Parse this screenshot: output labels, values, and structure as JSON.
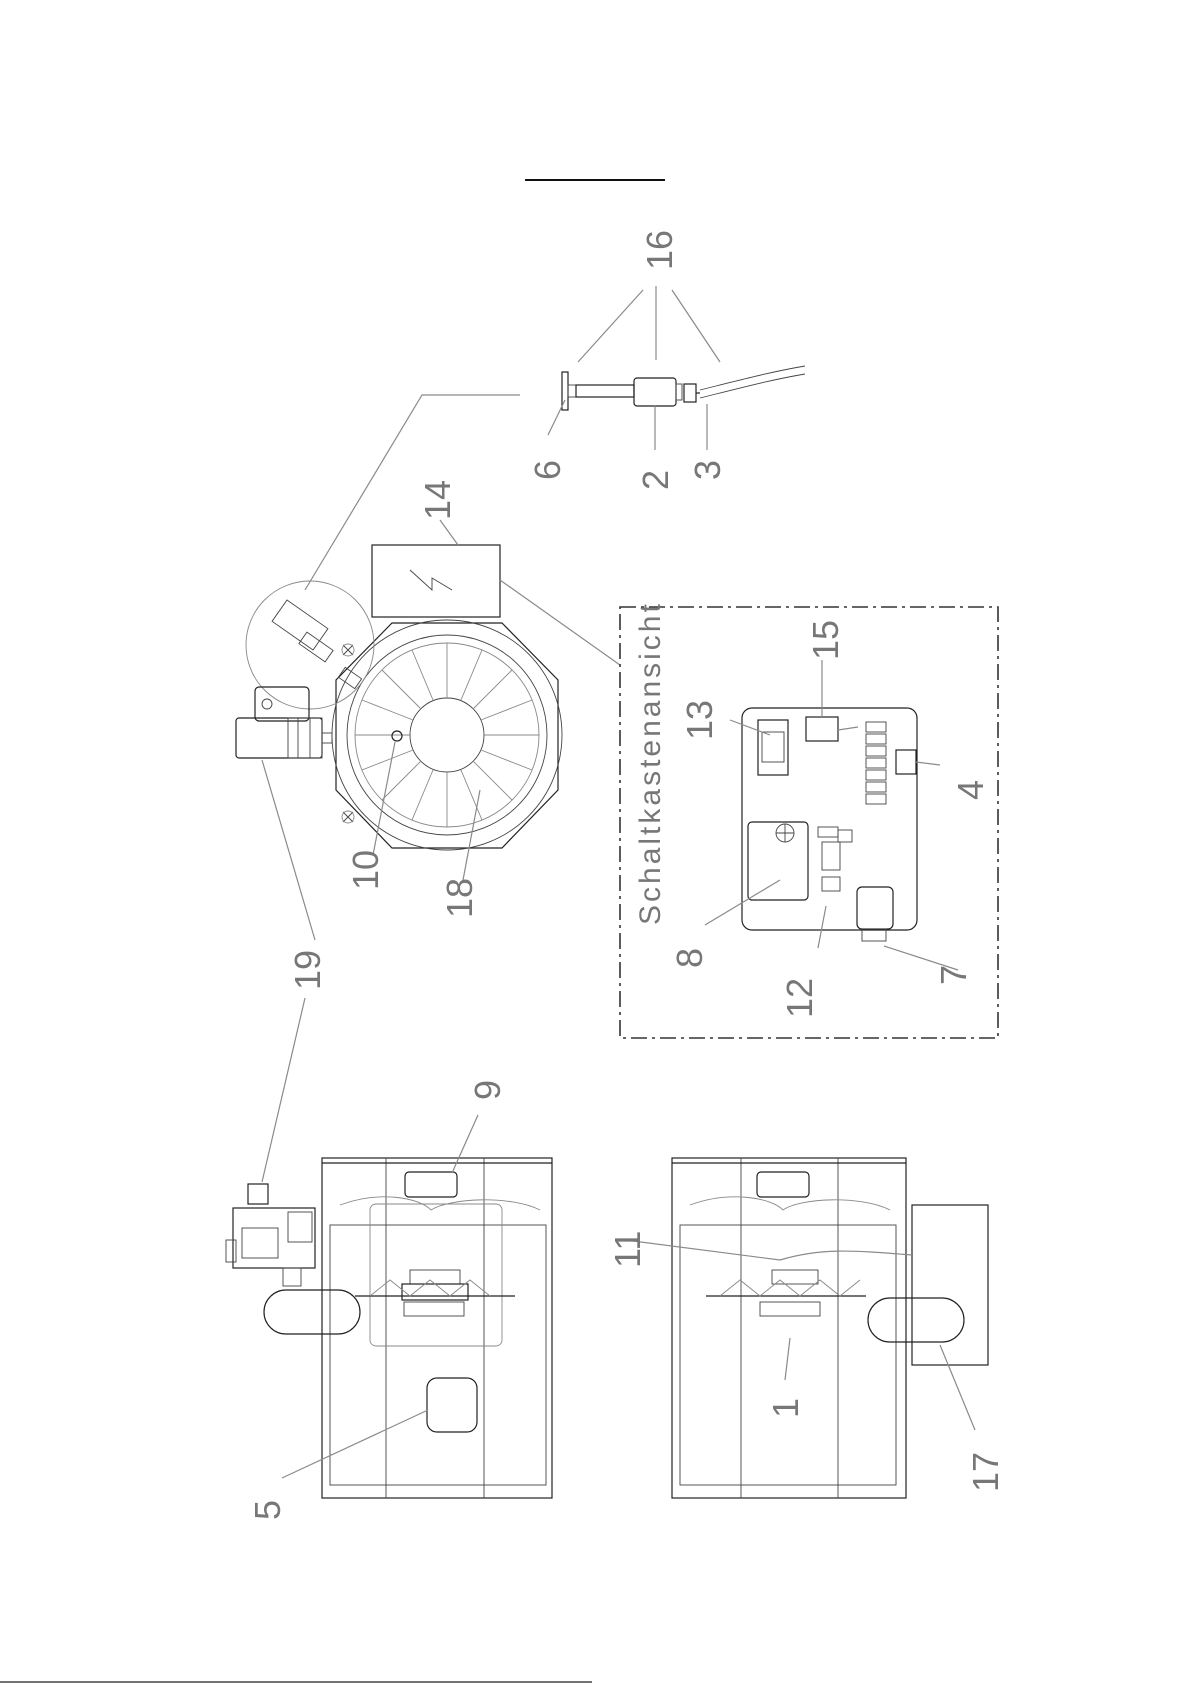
{
  "diagram": {
    "title_underline": "",
    "panel_caption": "Schaltkastenansicht",
    "callouts": {
      "c1": "1",
      "c2": "2",
      "c3": "3",
      "c4": "4",
      "c5": "5",
      "c6": "6",
      "c7": "7",
      "c8": "8",
      "c9": "9",
      "c10": "10",
      "c11": "11",
      "c12": "12",
      "c13": "13",
      "c14": "14",
      "c15": "15",
      "c16": "16",
      "c17": "17",
      "c18": "18",
      "c19": "19"
    }
  }
}
